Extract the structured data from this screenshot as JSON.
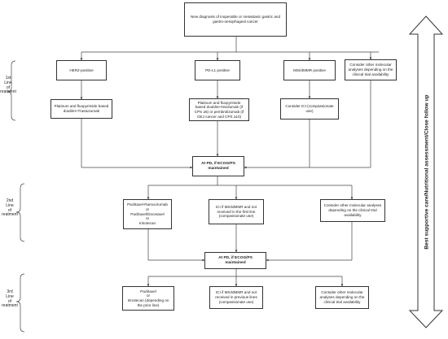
{
  "top": "New diagnosis of inoperable or metastasic gastric and gastro-oesophageal cancer",
  "lines": {
    "first": "1st\nLine\nof\nreatment",
    "second": "2nd\nLine\nof\nreatment",
    "third": "3rd\nLine\nof\nreatment"
  },
  "first_line": {
    "biomarkers": [
      "HER2-positive",
      "PD-L1 positive",
      "MSI/dMMR positive",
      "Consider other molecular analyses depending on the clinical trial availability"
    ],
    "treatments": [
      "Platinum and fluopyrimide based doublet+Trastuzumab",
      "Platinum and fluopyrimide based doublet+Nivolumab (if CPS ≥5) or pembrolizumab (if GEJ cancer and CPS ≥10)",
      "Consider ICI (compassionate use)"
    ]
  },
  "progression_1": "At PD, if ECOG/PS maintained",
  "second_line": [
    "Paclitaxel-Ramucirumab\nor\nPaclitaxel/Docetaxel\nor\nIrinotecan",
    "ICI if MSI/dMMR and not received in the first line (compassionate use)",
    "Consider other molecular analyses depending on the clinical trial availability"
  ],
  "progression_2": "At PD, if ECOG/PS maintained",
  "third_line": [
    "Paclitaxel\nor\nIrinotecan (depending on the prior line)",
    "ICI if MSI/dMMR and not received in previous lines (compassionate use)",
    "Consider other molecular analyses depending on the clinical trial availability"
  ],
  "side_label": "Best supportive care/Nutritional assessment/Close follow up"
}
